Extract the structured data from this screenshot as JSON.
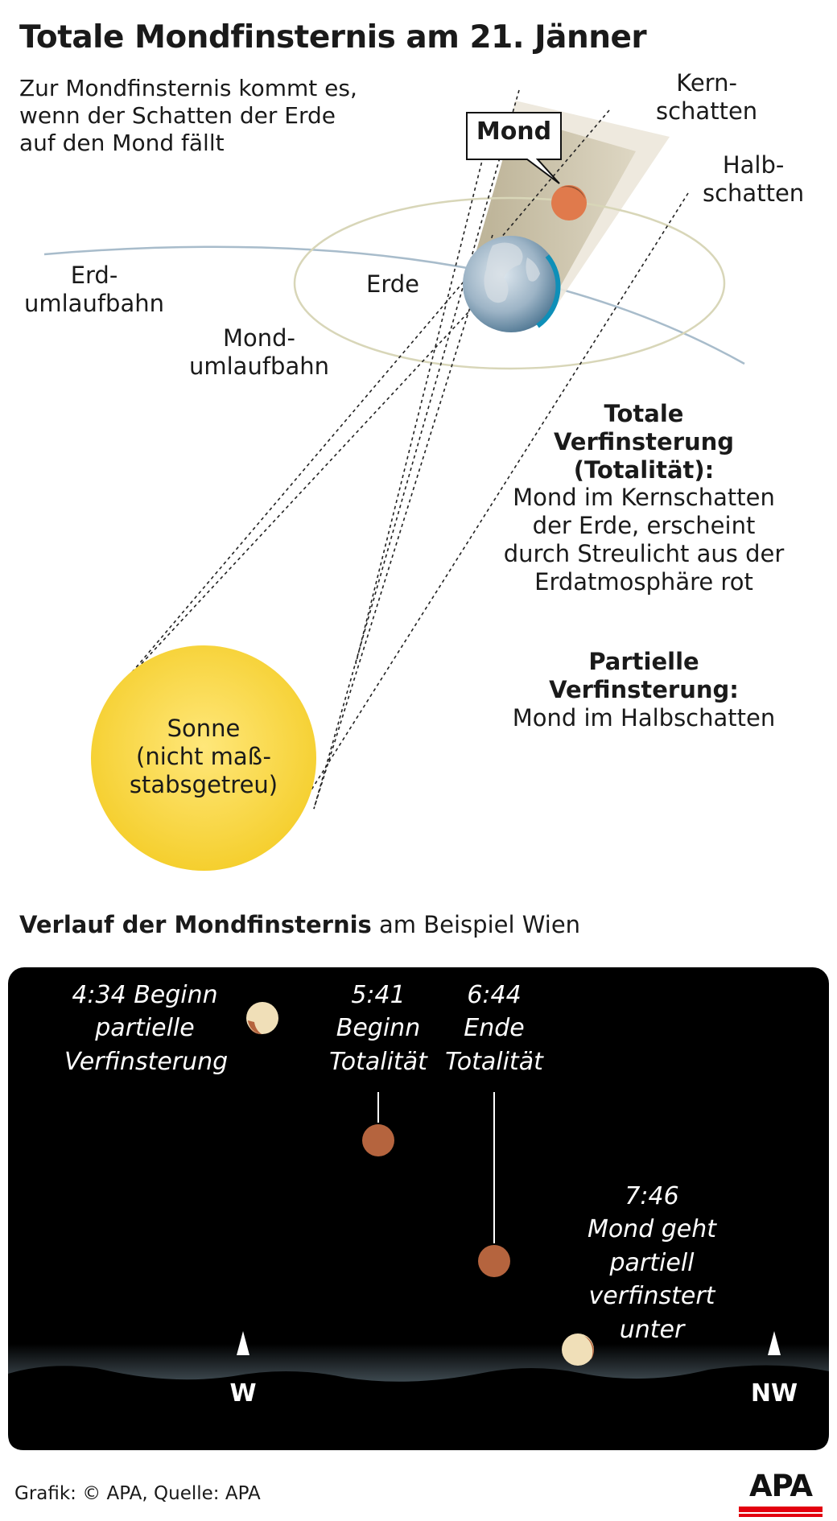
{
  "title": "Totale Mondfinsternis am 21. Jänner",
  "intro": [
    "Zur Mondfinsternis kommt es,",
    "wenn der Schatten der Erde",
    "auf den Mond fällt"
  ],
  "diagram": {
    "mond": "Mond",
    "kernschatten": [
      "Kern-",
      "schatten"
    ],
    "halbschatten": [
      "Halb-",
      "schatten"
    ],
    "erd_umlaufbahn": [
      "Erd-",
      "umlaufbahn"
    ],
    "erde": "Erde",
    "mond_umlaufbahn": [
      "Mond-",
      "umlaufbahn"
    ],
    "sonne": [
      "Sonne",
      "(nicht maß-",
      "stabsgetreu)"
    ]
  },
  "info": {
    "total_heading": [
      "Totale",
      "Verfinsterung",
      "(Totalität):"
    ],
    "total_text": [
      "Mond im Kernschatten",
      "der Erde, erscheint",
      "durch Streulicht aus der",
      "Erdatmosphäre rot"
    ],
    "partial_heading": [
      "Partielle",
      "Verfinsterung:"
    ],
    "partial_text": [
      "Mond im Halbschatten"
    ]
  },
  "timeline": {
    "heading_bold": "Verlauf der Mondfinsternis",
    "heading_rest": " am Beispiel Wien",
    "events": [
      {
        "lines": [
          "4:34 Beginn",
          "partielle",
          "Verfinsterung"
        ]
      },
      {
        "lines": [
          "5:41",
          "Beginn",
          "Totalität"
        ]
      },
      {
        "lines": [
          "6:44",
          "Ende",
          "Totalität"
        ]
      },
      {
        "lines": [
          "7:46",
          "Mond geht",
          "partiell",
          "verfinstert",
          "unter"
        ]
      }
    ],
    "directions": [
      "W",
      "NW"
    ]
  },
  "footer": "Grafik: © APA, Quelle: APA",
  "logo": "APA",
  "colors": {
    "sun": "#f7d544",
    "moon_eclipsed": "#b5643e",
    "moon_partial": "#f0dfb8",
    "night_sky": "#000000",
    "horizon_blue": "#1d8fb4",
    "umbra": "#cbc3a9",
    "logo_red": "#e3000f"
  }
}
